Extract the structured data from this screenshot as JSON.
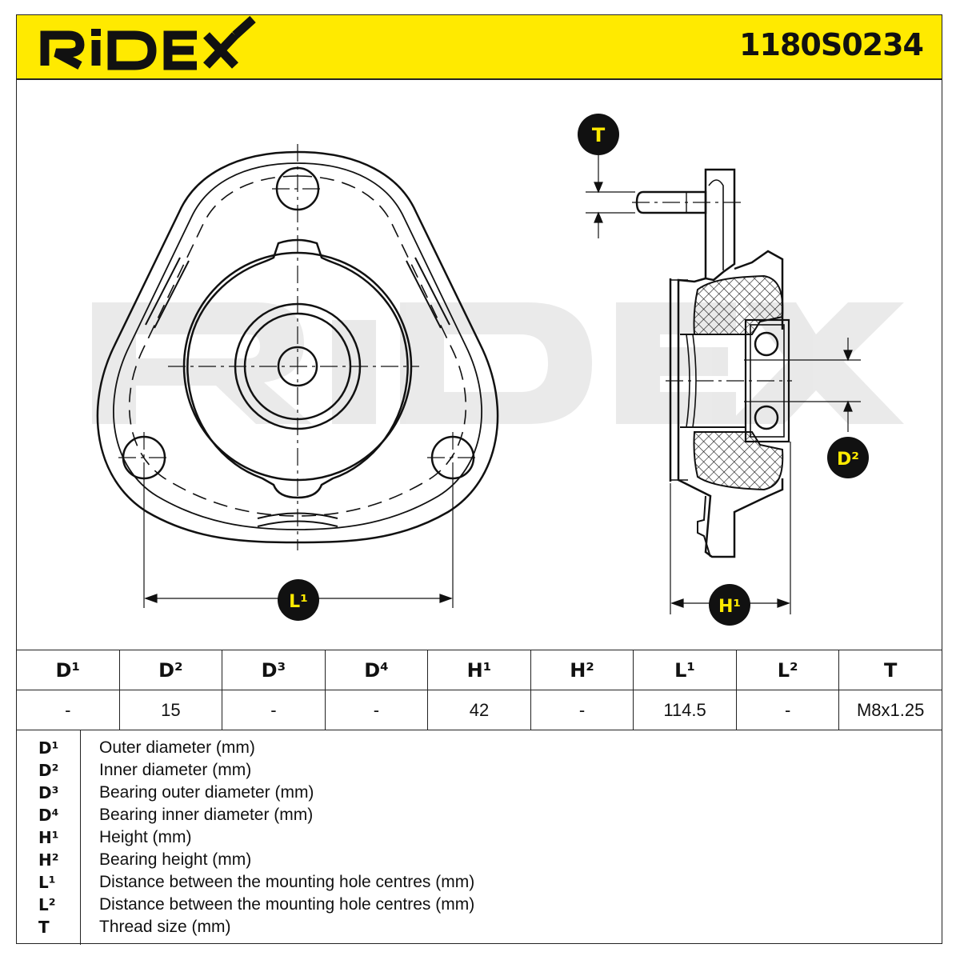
{
  "header": {
    "brand": "RIDEX",
    "part_number": "1180S0234",
    "background_color": "#ffea00"
  },
  "drawing": {
    "watermark": "RIDEX",
    "callouts": {
      "thread": "T",
      "inner_diameter": "D²",
      "hole_distance": "L¹",
      "height": "H¹"
    }
  },
  "spec_table": {
    "headers": [
      "D¹",
      "D²",
      "D³",
      "D⁴",
      "H¹",
      "H²",
      "L¹",
      "L²",
      "T"
    ],
    "values": [
      "-",
      "15",
      "-",
      "-",
      "42",
      "-",
      "114.5",
      "-",
      "M8x1.25"
    ]
  },
  "legend": [
    {
      "key": "D¹",
      "desc": "Outer diameter (mm)"
    },
    {
      "key": "D²",
      "desc": "Inner diameter (mm)"
    },
    {
      "key": "D³",
      "desc": "Bearing outer diameter (mm)"
    },
    {
      "key": "D⁴",
      "desc": "Bearing inner diameter (mm)"
    },
    {
      "key": "H¹",
      "desc": "Height (mm)"
    },
    {
      "key": "H²",
      "desc": "Bearing height (mm)"
    },
    {
      "key": "L¹",
      "desc": "Distance between the mounting hole centres (mm)"
    },
    {
      "key": "L²",
      "desc": "Distance between the mounting hole centres (mm)"
    },
    {
      "key": "T",
      "desc": "Thread size (mm)"
    }
  ]
}
